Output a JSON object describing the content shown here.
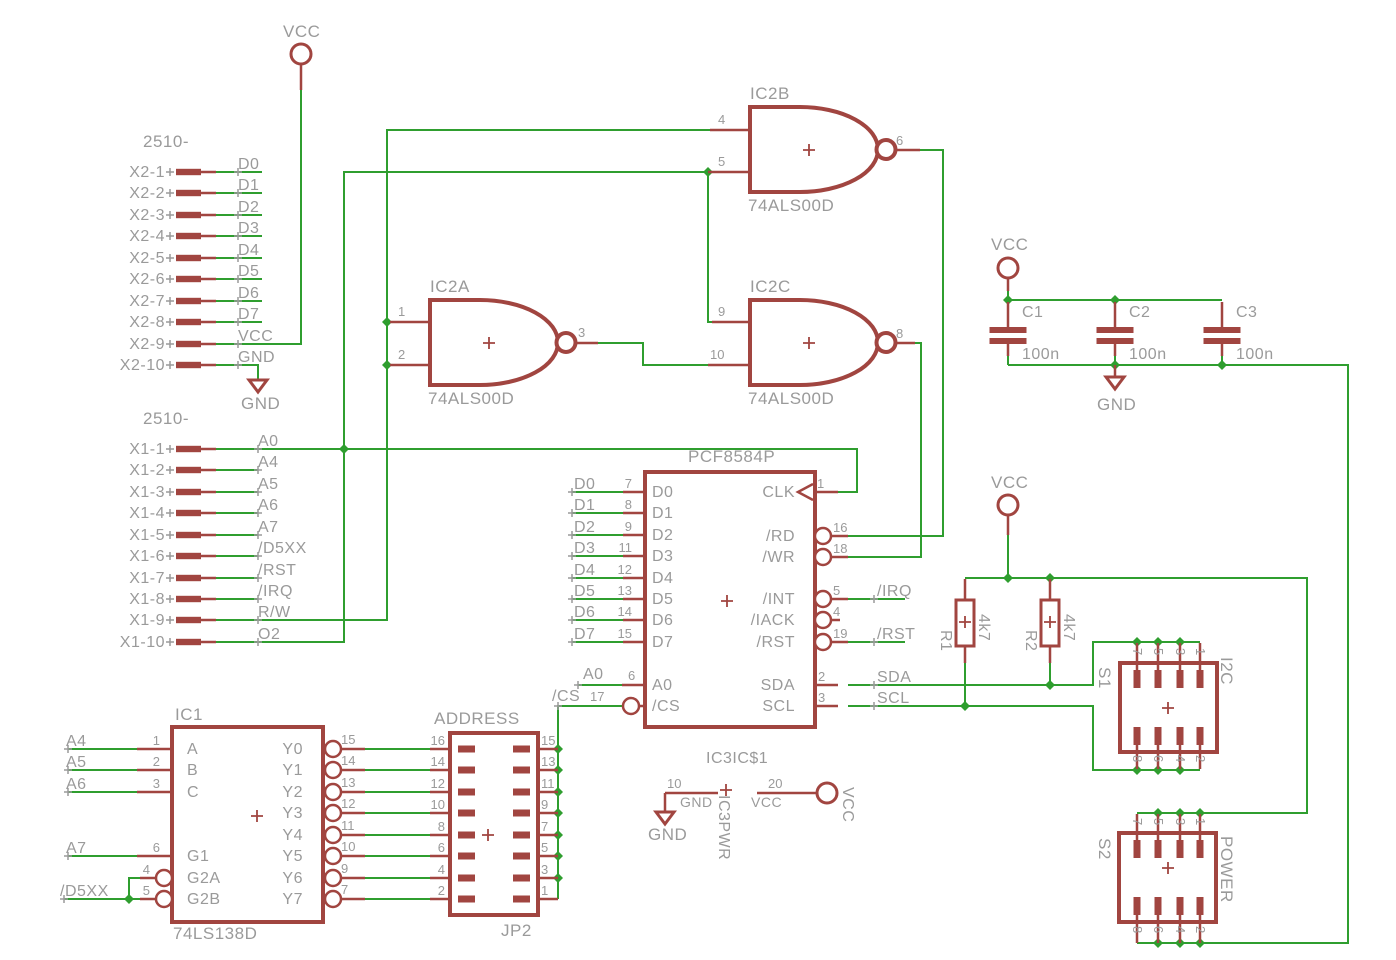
{
  "colors": {
    "wire": "#2f9e2f",
    "component": "#a14540",
    "label": "#9a9a9a",
    "background": "#ffffff"
  },
  "vcc_top": {
    "label": "VCC"
  },
  "x2": {
    "header": "2510-",
    "gnd_symbol": "GND",
    "rows": [
      {
        "name": "X2-1",
        "net": "D0"
      },
      {
        "name": "X2-2",
        "net": "D1"
      },
      {
        "name": "X2-3",
        "net": "D2"
      },
      {
        "name": "X2-4",
        "net": "D3"
      },
      {
        "name": "X2-5",
        "net": "D4"
      },
      {
        "name": "X2-6",
        "net": "D5"
      },
      {
        "name": "X2-7",
        "net": "D6"
      },
      {
        "name": "X2-8",
        "net": "D7"
      },
      {
        "name": "X2-9",
        "net": "VCC"
      },
      {
        "name": "X2-10",
        "net": "GND"
      }
    ]
  },
  "x1": {
    "header": "2510-",
    "rows": [
      {
        "name": "X1-1",
        "net": "A0"
      },
      {
        "name": "X1-2",
        "net": "A4"
      },
      {
        "name": "X1-3",
        "net": "A5"
      },
      {
        "name": "X1-4",
        "net": "A6"
      },
      {
        "name": "X1-5",
        "net": "A7"
      },
      {
        "name": "X1-6",
        "net": "/D5XX"
      },
      {
        "name": "X1-7",
        "net": "/RST"
      },
      {
        "name": "X1-8",
        "net": "/IRQ"
      },
      {
        "name": "X1-9",
        "net": "R/W"
      },
      {
        "name": "X1-10",
        "net": "O2"
      }
    ]
  },
  "gates": {
    "ic2a": {
      "name": "IC2A",
      "value": "74ALS00D",
      "pin_in1": "1",
      "pin_in2": "2",
      "pin_out": "3"
    },
    "ic2b": {
      "name": "IC2B",
      "value": "74ALS00D",
      "pin_in1": "4",
      "pin_in2": "5",
      "pin_out": "6"
    },
    "ic2c": {
      "name": "IC2C",
      "value": "74ALS00D",
      "pin_in1": "9",
      "pin_in2": "10",
      "pin_out": "8"
    }
  },
  "cap_bank": {
    "vcc": "VCC",
    "gnd": "GND",
    "caps": [
      {
        "name": "C1",
        "value": "100n"
      },
      {
        "name": "C2",
        "value": "100n"
      },
      {
        "name": "C3",
        "value": "100n"
      }
    ]
  },
  "pcf": {
    "title": "PCF8584P",
    "left": [
      {
        "num": "7",
        "pin": "D0",
        "net": "D0"
      },
      {
        "num": "8",
        "pin": "D1",
        "net": "D1"
      },
      {
        "num": "9",
        "pin": "D2",
        "net": "D2"
      },
      {
        "num": "11",
        "pin": "D3",
        "net": "D3"
      },
      {
        "num": "12",
        "pin": "D4",
        "net": "D4"
      },
      {
        "num": "13",
        "pin": "D5",
        "net": "D5"
      },
      {
        "num": "14",
        "pin": "D6",
        "net": "D6"
      },
      {
        "num": "15",
        "pin": "D7",
        "net": "D7"
      }
    ],
    "a0": {
      "num": "6",
      "pin": "A0",
      "net": "A0"
    },
    "cs": {
      "num": "17",
      "pin": "/CS",
      "net": "/CS"
    },
    "clk": {
      "num": "1",
      "pin": "CLK"
    },
    "rd": {
      "num": "16",
      "pin": "/RD"
    },
    "wr": {
      "num": "18",
      "pin": "/WR"
    },
    "int": {
      "num": "5",
      "pin": "/INT",
      "net": "/IRQ"
    },
    "iack": {
      "num": "4",
      "pin": "/IACK"
    },
    "rst": {
      "num": "19",
      "pin": "/RST",
      "net": "/RST"
    },
    "sda": {
      "num": "2",
      "pin": "SDA",
      "net": "SDA"
    },
    "scl": {
      "num": "3",
      "pin": "SCL",
      "net": "SCL"
    }
  },
  "pullups": {
    "vcc": "VCC",
    "r1": {
      "name": "R1",
      "value": "4k7"
    },
    "r2": {
      "name": "R2",
      "value": "4k7"
    }
  },
  "s1": {
    "name": "S1",
    "value": "I2C",
    "top": [
      "7",
      "5",
      "3",
      "1"
    ],
    "bottom": [
      "8",
      "6",
      "4",
      "2"
    ]
  },
  "s2": {
    "name": "S2",
    "value": "POWER",
    "top": [
      "7",
      "5",
      "3",
      "1"
    ],
    "bottom": [
      "8",
      "6",
      "4",
      "2"
    ]
  },
  "ic1": {
    "name": "IC1",
    "value": "74LS138D",
    "inputs": [
      {
        "num": "1",
        "pin": "A",
        "net": "A4"
      },
      {
        "num": "2",
        "pin": "B",
        "net": "A5"
      },
      {
        "num": "3",
        "pin": "C",
        "net": "A6"
      },
      {
        "num": "6",
        "pin": "G1",
        "net": "A7"
      },
      {
        "num": "4",
        "pin": "G2A"
      },
      {
        "num": "5",
        "pin": "G2B",
        "net": "/D5XX"
      }
    ],
    "outputs": [
      {
        "num": "15",
        "pin": "Y0"
      },
      {
        "num": "14",
        "pin": "Y1"
      },
      {
        "num": "13",
        "pin": "Y2"
      },
      {
        "num": "12",
        "pin": "Y3"
      },
      {
        "num": "11",
        "pin": "Y4"
      },
      {
        "num": "10",
        "pin": "Y5"
      },
      {
        "num": "9",
        "pin": "Y6"
      },
      {
        "num": "7",
        "pin": "Y7"
      }
    ]
  },
  "jp2": {
    "title": "ADDRESS",
    "name": "JP2",
    "left": [
      "16",
      "14",
      "12",
      "10",
      "8",
      "6",
      "4",
      "2"
    ],
    "right": [
      "15",
      "13",
      "11",
      "9",
      "7",
      "5",
      "3",
      "1"
    ]
  },
  "ic3": {
    "title": "IC3IC$1",
    "value": "IC3PWR",
    "gnd_num": "10",
    "gnd_pin": "GND",
    "vcc_num": "20",
    "vcc_pin": "VCC",
    "gnd_net": "GND",
    "vcc_net": "VCC"
  }
}
